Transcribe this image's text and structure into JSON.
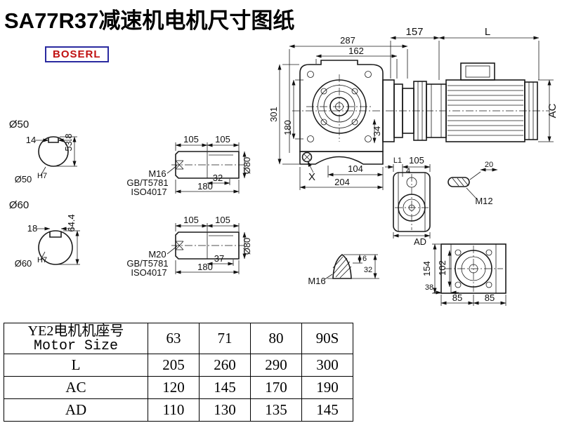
{
  "meta": {
    "title": "SA77R37减速机电机尺寸图纸",
    "brand": "BOSERL"
  },
  "main_view": {
    "w287": "287",
    "w162": "162",
    "w157": "157",
    "wL": "L",
    "h301": "301",
    "h180": "180",
    "h34": "34",
    "hAC": "AC",
    "x_mark": "X",
    "w104": "104",
    "w204": "204"
  },
  "shaft50": {
    "label": "Ø50",
    "bore": "Ø50",
    "tol": "H7",
    "key_w": "14",
    "key_h": "53.8"
  },
  "shaft60": {
    "label": "Ø60",
    "bore": "Ø60",
    "tol": "H7",
    "key_w": "18",
    "key_h": "64.4"
  },
  "detail1": {
    "seg1": "105",
    "seg2": "105",
    "thread": "M16",
    "std1": "GB/T5781",
    "std2": "ISO4017",
    "keylen": "32",
    "total": "180",
    "dia": "Ø80"
  },
  "detail2": {
    "seg1": "105",
    "seg2": "105",
    "thread": "M20",
    "std1": "GB/T5781",
    "std2": "ISO4017",
    "keylen": "37",
    "total": "180",
    "dia": "Ø80"
  },
  "side_view": {
    "L1": "L1",
    "w105": "105",
    "t4": "4",
    "AD": "AD"
  },
  "key_detail": {
    "w20": "20",
    "thread": "M12"
  },
  "flange_view": {
    "h154": "154",
    "h102": "102",
    "w38": "38",
    "w85a": "85",
    "w85b": "85"
  },
  "hole_detail": {
    "d6": "6",
    "d32": "32",
    "thread": "M16"
  },
  "table": {
    "header_cn": "YE2电机机座号",
    "header_en": "Motor Size",
    "sizes": [
      "63",
      "71",
      "80",
      "90S"
    ],
    "rows": [
      {
        "label": "L",
        "values": [
          "205",
          "260",
          "290",
          "300"
        ]
      },
      {
        "label": "AC",
        "values": [
          "120",
          "145",
          "170",
          "190"
        ]
      },
      {
        "label": "AD",
        "values": [
          "110",
          "130",
          "135",
          "145"
        ]
      }
    ]
  }
}
